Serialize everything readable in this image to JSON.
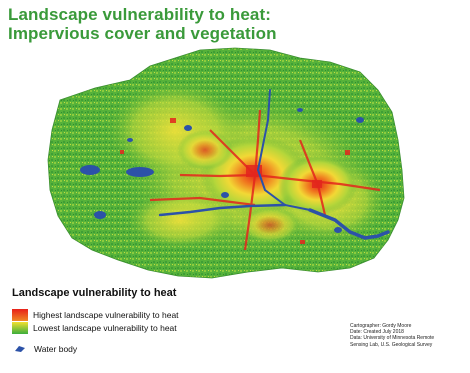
{
  "title": {
    "line1": "Landscape vulnerability to heat:",
    "line2": "Impervious cover and vegetation"
  },
  "legend": {
    "title": "Landscape vulnerability to heat",
    "high_label": "Highest landscape vulnerability to heat",
    "low_label": "Lowest landscape vulnerability to heat",
    "water_label": "Water body"
  },
  "credits": {
    "cartographer": "Cartographer: Gordy Moore",
    "date": "Date: Created July 2018",
    "data1": "Data: University of Minnesota Remote",
    "data2": "Sensing Lab, U.S. Geological Survey"
  },
  "colors": {
    "title": "#3a9a3a",
    "high": "#e8211a",
    "mid": "#f0e030",
    "low": "#3cae3c",
    "water": "#2c52a8",
    "land_base": "#5ab43a"
  }
}
